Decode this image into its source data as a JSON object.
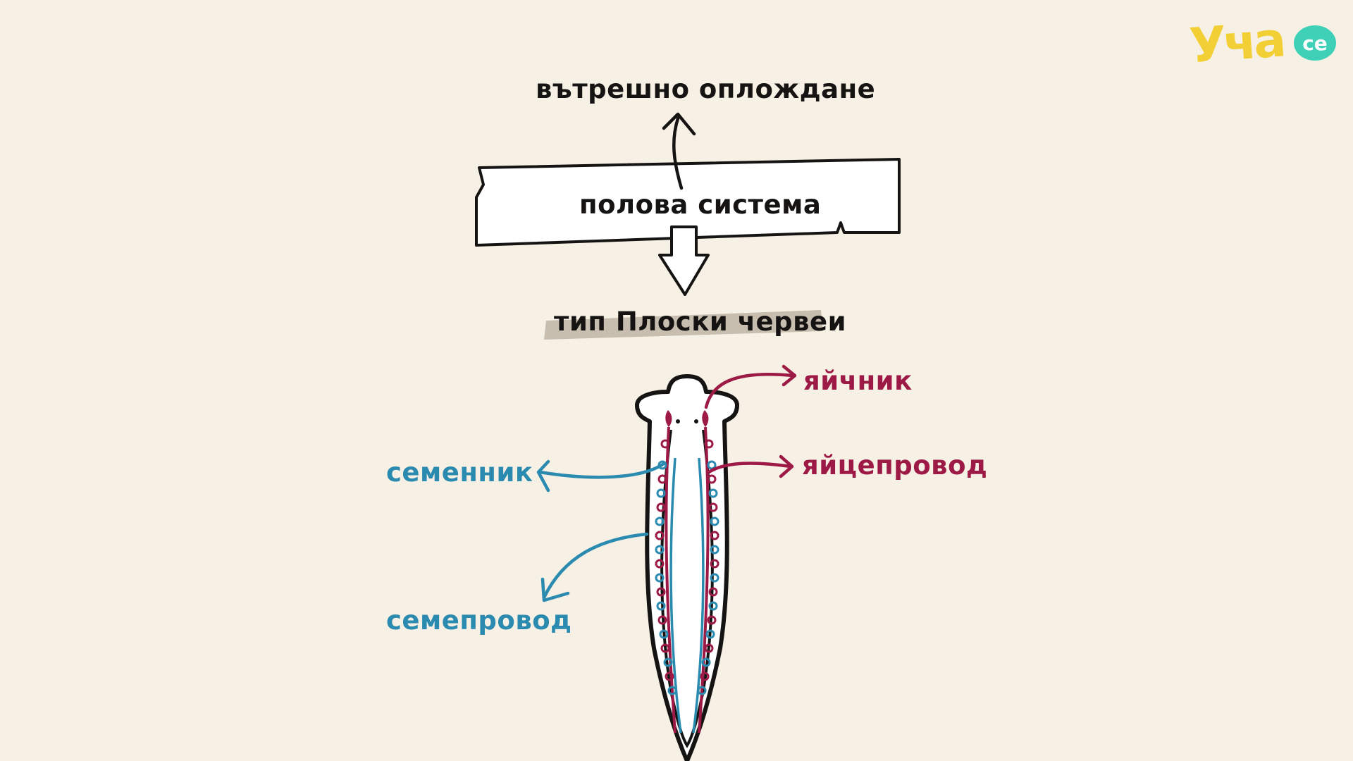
{
  "top_label": "вътрешно оплождане",
  "box_label": "полова система",
  "group_label": "тип Плоски червеи",
  "labels": {
    "ovary": "яйчник",
    "oviduct": "яйцепровод",
    "testis": "семенник",
    "sperm_duct": "семепровод"
  },
  "logo": {
    "text": "Уча",
    "suffix": "се"
  },
  "colors": {
    "background": "#f6f0e5",
    "ink": "#161413",
    "female": "#9c1a45",
    "male": "#2a8aaf",
    "highlight": "#b8ad9c",
    "logo_yellow": "#f2cf35",
    "logo_teal": "#3fd1b8"
  }
}
